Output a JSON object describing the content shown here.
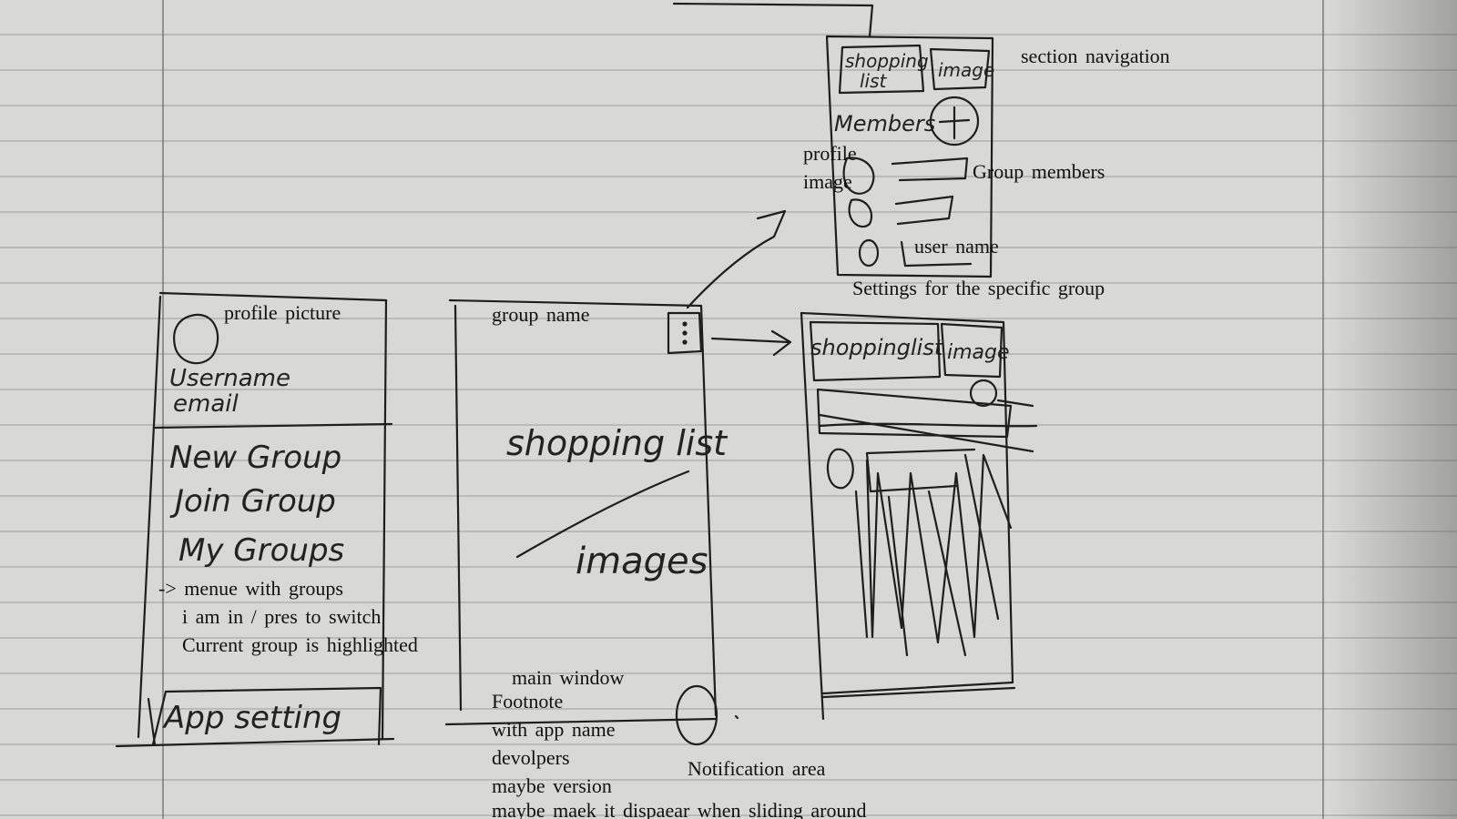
{
  "sketch": {
    "drawer": {
      "username": "Username",
      "email": "email",
      "items": [
        "New Group",
        "Join Group",
        "My Groups"
      ],
      "settings": "App setting"
    },
    "main": {
      "center_top": "shopping list",
      "center_bottom": "images"
    },
    "group_settings": {
      "tab_shopping": [
        "shopping",
        "list"
      ],
      "tab_image": "image",
      "members": "Members",
      "plus": "+"
    },
    "group_crossed": {
      "tab_shopping": "shoppinglist",
      "tab_image": "image"
    }
  },
  "annotations": {
    "profile_picture": "profile picture",
    "menu_line1": "-> menue with groups",
    "menu_line2": "i am in / pres to switch",
    "menu_line3": "Current group is highlighted",
    "group_name": "group name",
    "main_window": "main window",
    "footnote_1": "Footnote",
    "footnote_2": "with app name",
    "footnote_3": "devolpers",
    "footnote_4": "maybe version",
    "footnote_5": "maybe maek it dispaear when sliding around",
    "notification_area": "Notification area",
    "section_navigation": "section navigation",
    "profile_image_1": "profile",
    "profile_image_2": "image",
    "group_members": "Group members",
    "user_name": "user name",
    "settings_specific_group": "Settings for the specific group"
  }
}
